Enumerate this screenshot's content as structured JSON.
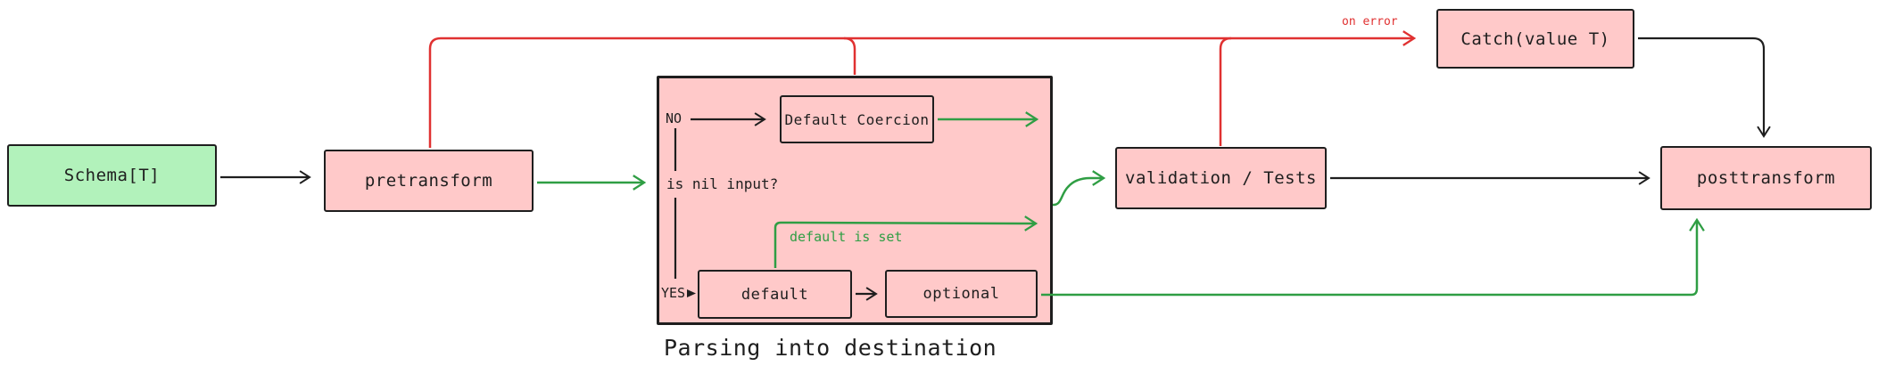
{
  "diagram": {
    "caption": "Parsing into destination",
    "nodes": {
      "schema": "Schema[T]",
      "pretransform": "pretransform",
      "default_coercion": "Default Coercion",
      "default": "default",
      "optional": "optional",
      "validation": "validation / Tests",
      "catch": "Catch(value T)",
      "posttransform": "posttransform"
    },
    "decision": {
      "question": "is nil input?",
      "no": "NO",
      "yes": "YES"
    },
    "edge_labels": {
      "on_error": "on error",
      "default_is_set": "default is set"
    },
    "colors": {
      "node_pink_fill": "#ffc9c9",
      "node_green_fill": "#b2f2bb",
      "stroke_dark": "#1e1e1e",
      "error_red": "#e03131",
      "success_green": "#2f9e44"
    }
  }
}
